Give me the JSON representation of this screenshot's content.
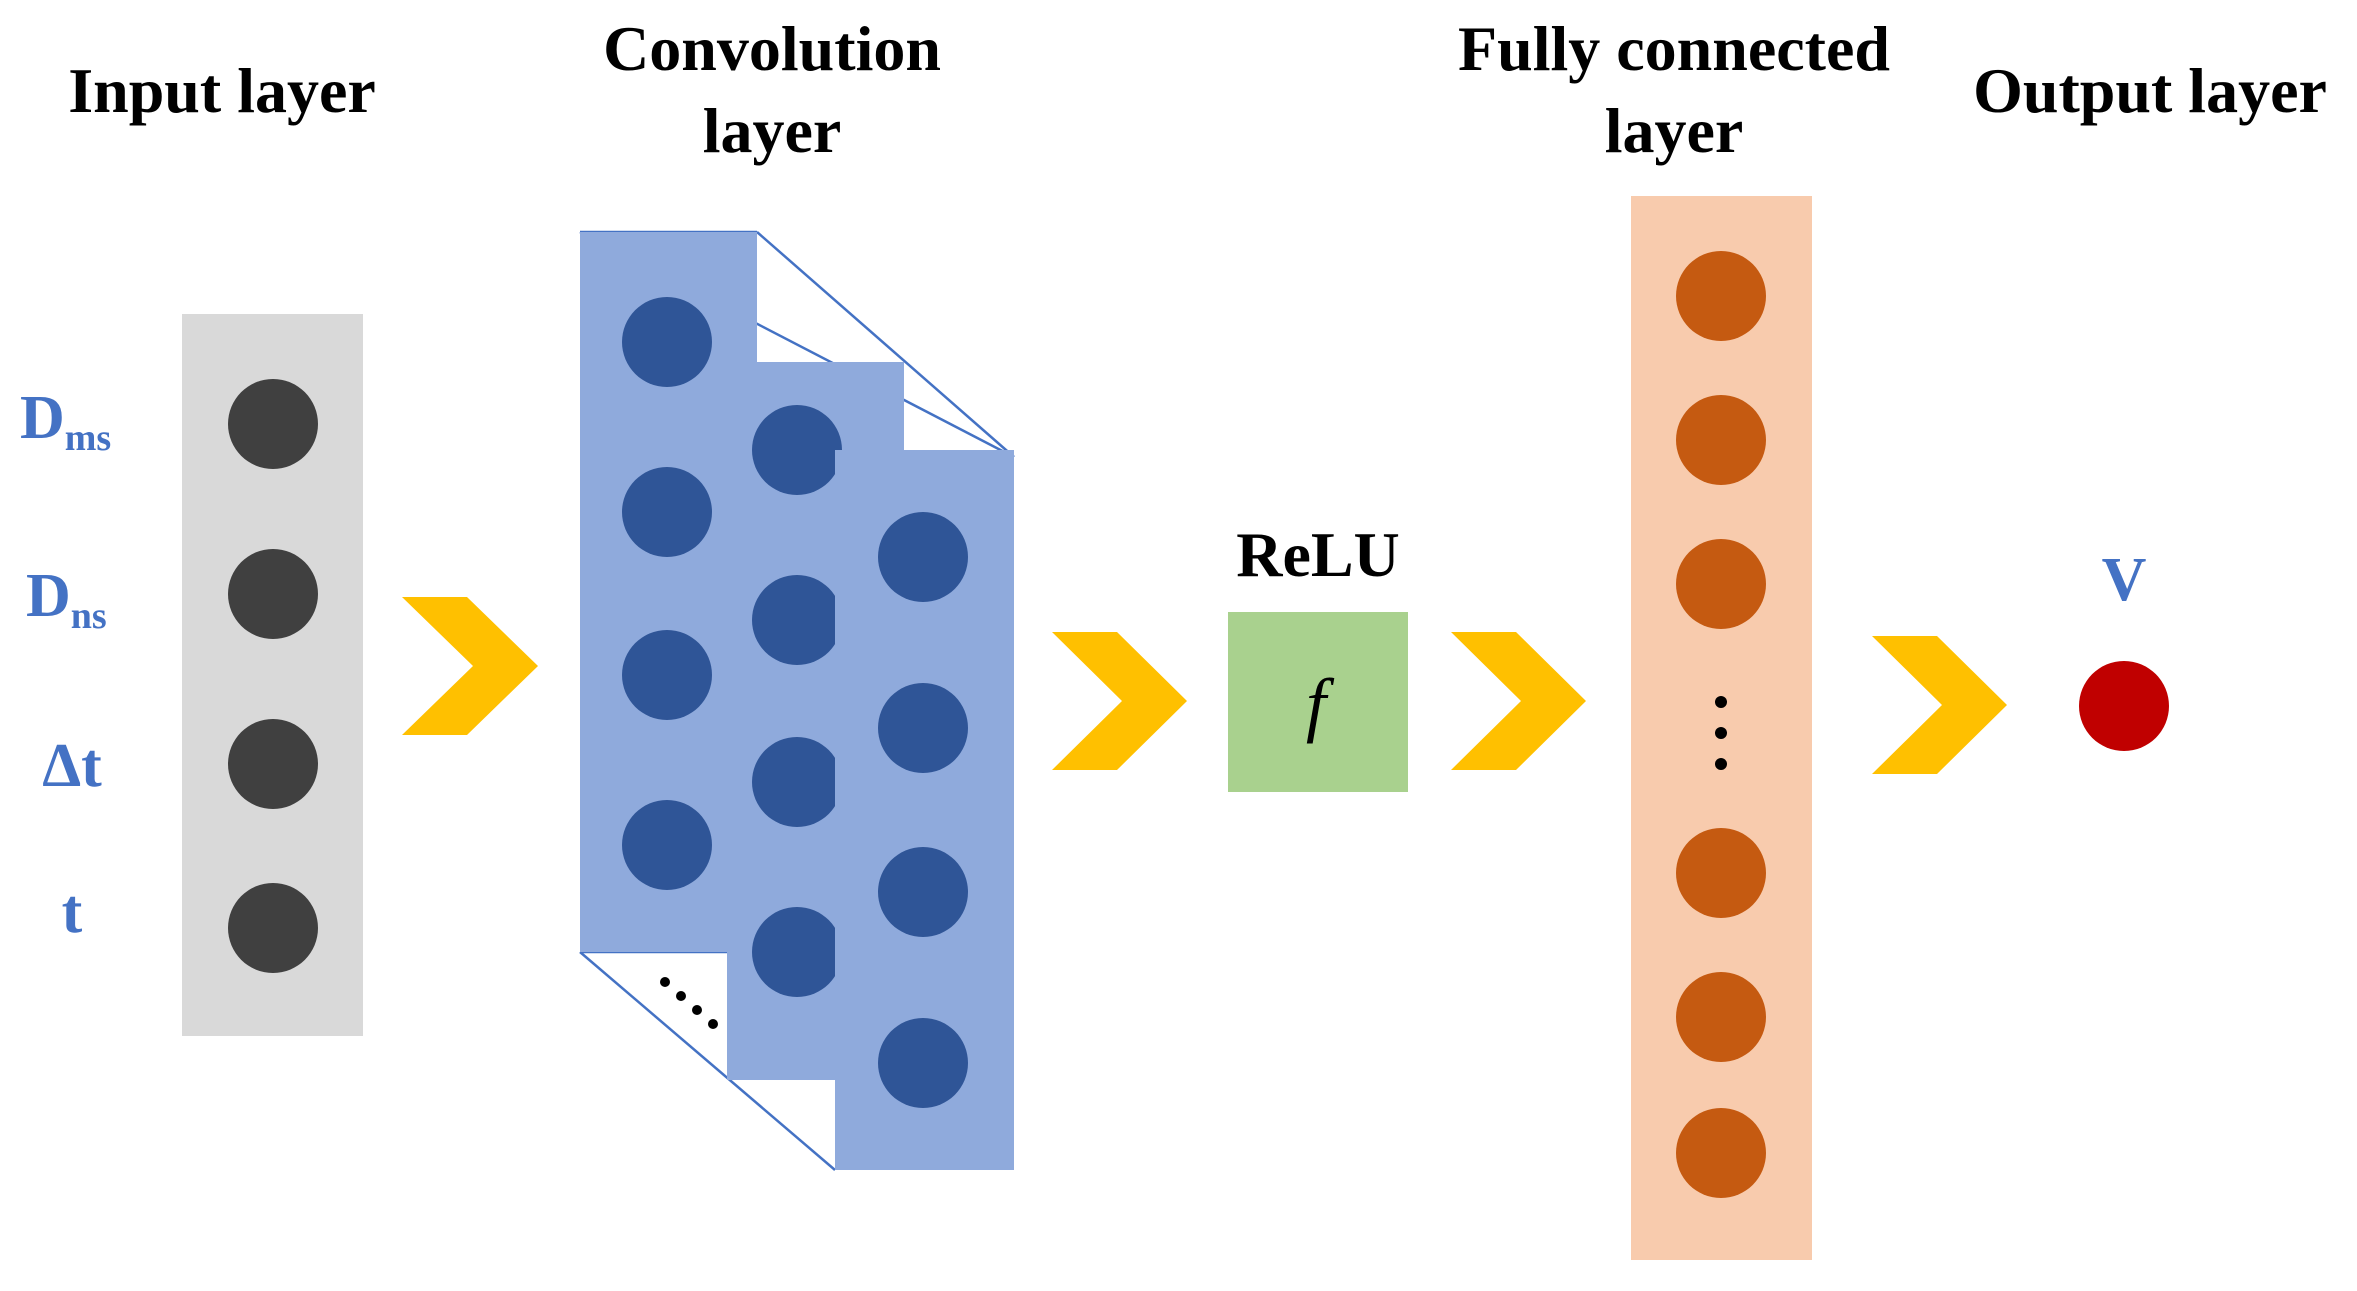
{
  "titles": {
    "input_layer": "Input layer",
    "conv_line1": "Convolution",
    "conv_line2": "layer",
    "fc_line1": "Fully connected",
    "fc_line2": "layer",
    "output_layer": "Output layer"
  },
  "inputs": [
    {
      "main": "D",
      "sub": "ms"
    },
    {
      "main": "D",
      "sub": "ns"
    },
    {
      "main": "Δt",
      "sub": ""
    },
    {
      "main": "t",
      "sub": ""
    }
  ],
  "conv_ellipsis": "…",
  "relu": {
    "label": "ReLU",
    "symbol": "f"
  },
  "fc_ellipsis": "⋮",
  "output": {
    "label": "V"
  },
  "colors": {
    "input_panel": "#d9d9d9",
    "input_node": "#404040",
    "conv_panel": "#8faadc",
    "conv_node": "#2f5597",
    "conv_outline": "#4472c4",
    "relu_box": "#a9d18e",
    "fc_panel": "#f8cbad",
    "fc_node": "#c55a11",
    "output_node": "#c00000",
    "arrow": "#ffc000",
    "input_label": "#4472c4"
  }
}
